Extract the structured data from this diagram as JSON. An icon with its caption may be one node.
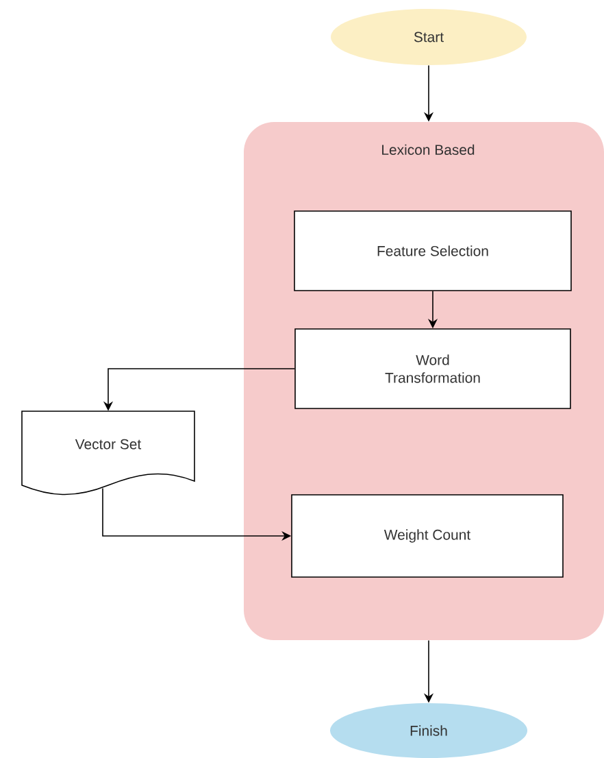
{
  "diagram": {
    "nodes": [
      {
        "text": [
          "Start"
        ]
      },
      {
        "text": [
          "Lexicon Based"
        ]
      },
      {
        "text": [
          "Feature Selection"
        ],
        "in": 1
      },
      {
        "text": [
          "Word Transformation"
        ],
        "in": 1
      },
      {
        "text": [
          "Vector Set"
        ]
      },
      {
        "text": [
          "Weight Count"
        ],
        "in": 1
      },
      {
        "text": [
          "Finish"
        ]
      }
    ],
    "edges": [
      {
        "from": 0,
        "to": 1,
        "arrow": "to"
      },
      {
        "from": 2,
        "to": 3,
        "arrow": "to"
      },
      {
        "from": 3,
        "to": 4,
        "arrow": "to"
      },
      {
        "from": 4,
        "to": 5,
        "arrow": "to"
      },
      {
        "from": 1,
        "to": 6,
        "arrow": "to"
      }
    ]
  }
}
